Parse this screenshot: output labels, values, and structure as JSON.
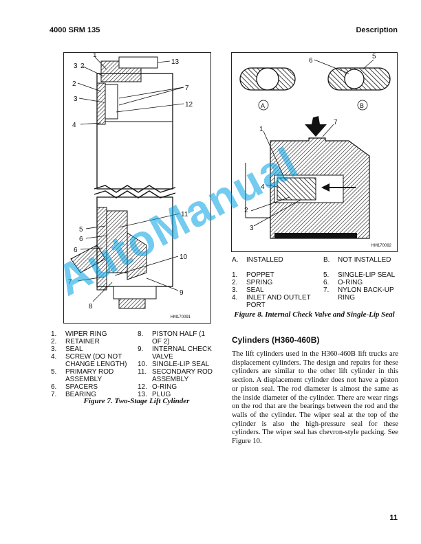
{
  "header": {
    "left": "4000 SRM 135",
    "right": "Description"
  },
  "figure7": {
    "callouts": {
      "c1": "1",
      "c2": "2",
      "c3": "3",
      "c13": "13",
      "c7": "7",
      "c12": "12",
      "c4": "4",
      "c11": "11",
      "c5": "5",
      "c6": "6",
      "c10": "10",
      "c9": "9",
      "c8": "8"
    },
    "image_id": "HM170091",
    "legend_left": [
      {
        "num": "1.",
        "text": "WIPER RING"
      },
      {
        "num": "2.",
        "text": "RETAINER"
      },
      {
        "num": "3.",
        "text": "SEAL"
      },
      {
        "num": "4.",
        "text": "SCREW (DO NOT CHANGE LENGTH)"
      },
      {
        "num": "5.",
        "text": "PRIMARY ROD ASSEMBLY"
      },
      {
        "num": "6.",
        "text": "SPACERS"
      },
      {
        "num": "7.",
        "text": "BEARING"
      }
    ],
    "legend_right": [
      {
        "num": "8.",
        "text": "PISTON HALF (1 OF 2)"
      },
      {
        "num": "9.",
        "text": "INTERNAL CHECK VALVE"
      },
      {
        "num": "10.",
        "text": "SINGLE-LIP SEAL"
      },
      {
        "num": "11.",
        "text": "SECONDARY ROD ASSEMBLY"
      },
      {
        "num": "12.",
        "text": "O-RING"
      },
      {
        "num": "13.",
        "text": "PLUG"
      }
    ],
    "caption": "Figure 7. Two-Stage Lift Cylinder"
  },
  "figure8": {
    "callouts": {
      "c6": "6",
      "c5": "5",
      "cA": "A",
      "cB": "B",
      "c7": "7",
      "c1": "1",
      "c4": "4",
      "c2": "2",
      "c3": "3"
    },
    "image_id": "HM170092",
    "legend_left": [
      {
        "num": "A.",
        "text": "INSTALLED"
      },
      {
        "num": "1.",
        "text": "POPPET"
      },
      {
        "num": "2.",
        "text": "SPRING"
      },
      {
        "num": "3.",
        "text": "SEAL"
      },
      {
        "num": "4.",
        "text": "INLET AND OUTLET PORT"
      }
    ],
    "legend_right": [
      {
        "num": "B.",
        "text": "NOT INSTALLED"
      },
      {
        "num": "5.",
        "text": "SINGLE-LIP SEAL"
      },
      {
        "num": "6.",
        "text": "O-RING"
      },
      {
        "num": "7.",
        "text": "NYLON BACK-UP RING"
      }
    ],
    "caption": "Figure 8. Internal Check Valve and Single-Lip Seal"
  },
  "section": {
    "heading": "Cylinders (H360-460B)",
    "body": "The lift cylinders used in the H360-460B lift trucks are displacement cylinders. The design and repairs for these cylinders are similar to the other lift cylinder in this section. A displacement cylinder does not have a piston or piston seal. The rod diameter is almost the same as the inside diameter of the cylinder. There are wear rings on the rod that are the bearings between the rod and the walls of the cylinder. The wiper seal at the top of the cylinder is also the high-pressure seal for these cylinders. The wiper seal has chevron-style packing. See Figure 10."
  },
  "page_number": "11",
  "watermark": "AutoManual",
  "colors": {
    "watermark": "#00a0e1",
    "ink": "#111111"
  }
}
